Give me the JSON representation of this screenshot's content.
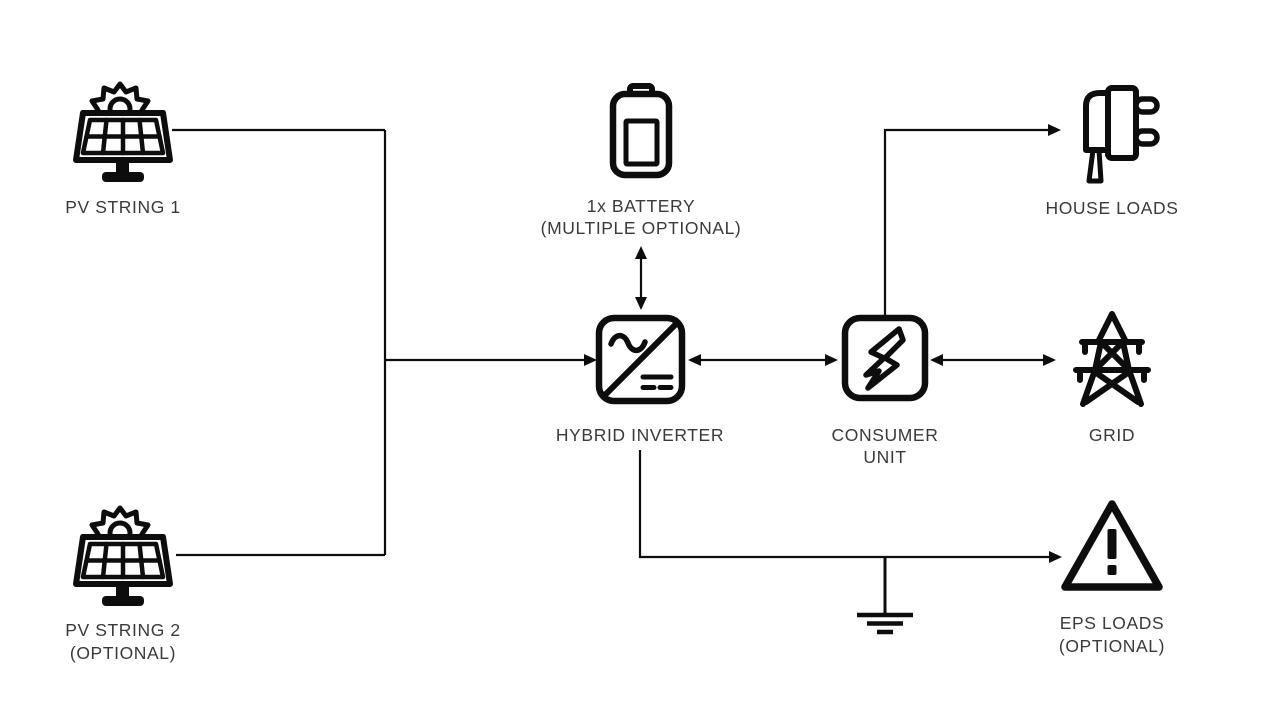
{
  "diagram": {
    "type": "system-schematic",
    "subject": "hybrid solar inverter system",
    "colors": {
      "background": "#ffffff",
      "line": "#0d0d0d",
      "label": "#3a3a3a"
    },
    "nodes": {
      "pv_string_1": {
        "icon": "solar-panel-icon",
        "lines": [
          "PV STRING 1"
        ]
      },
      "pv_string_2": {
        "icon": "solar-panel-icon",
        "lines": [
          "PV STRING 2",
          "(OPTIONAL)"
        ]
      },
      "battery": {
        "icon": "battery-icon",
        "lines": [
          "1x BATTERY",
          "(MULTIPLE OPTIONAL)"
        ]
      },
      "hybrid_inverter": {
        "icon": "inverter-icon",
        "lines": [
          "HYBRID INVERTER"
        ]
      },
      "consumer_unit": {
        "icon": "lightning-bolt-icon",
        "lines": [
          "CONSUMER",
          "UNIT"
        ]
      },
      "house_loads": {
        "icon": "power-plug-icon",
        "lines": [
          "HOUSE LOADS"
        ]
      },
      "grid": {
        "icon": "transmission-tower-icon",
        "lines": [
          "GRID"
        ]
      },
      "eps_loads": {
        "icon": "warning-triangle-icon",
        "lines": [
          "EPS LOADS",
          "(OPTIONAL)"
        ]
      },
      "earth": {
        "icon": "ground-symbol-icon",
        "lines": []
      }
    },
    "connections": [
      {
        "from": "pv_string_1",
        "to": "hybrid_inverter",
        "style": "arrow-into-inverter"
      },
      {
        "from": "pv_string_2",
        "to": "hybrid_inverter",
        "style": "arrow-into-inverter"
      },
      {
        "from": "battery",
        "to": "hybrid_inverter",
        "style": "double-arrow"
      },
      {
        "from": "hybrid_inverter",
        "to": "consumer_unit",
        "style": "double-arrow"
      },
      {
        "from": "consumer_unit",
        "to": "grid",
        "style": "double-arrow"
      },
      {
        "from": "consumer_unit",
        "to": "house_loads",
        "style": "arrow"
      },
      {
        "from": "hybrid_inverter",
        "to": "eps_loads",
        "style": "arrow"
      },
      {
        "from": "eps_line",
        "to": "earth",
        "style": "plain-line"
      }
    ]
  }
}
